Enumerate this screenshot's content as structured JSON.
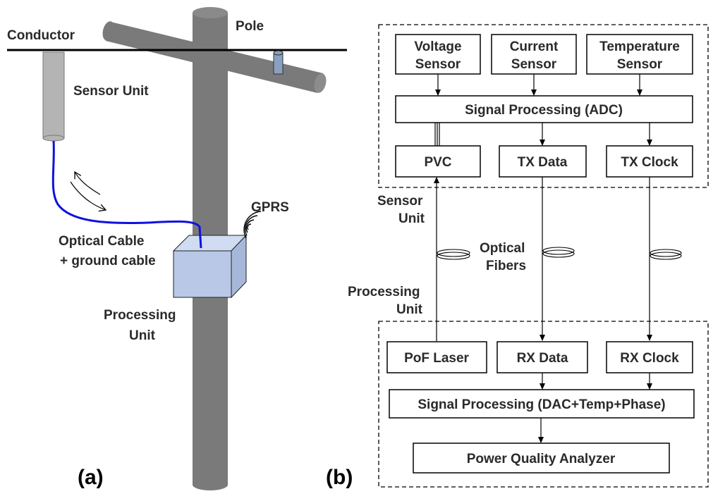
{
  "panel_a": {
    "caption": "(a)",
    "labels": {
      "conductor": "Conductor",
      "pole": "Pole",
      "sensor_unit": "Sensor Unit",
      "gprs": "GPRS",
      "optical_cable_1": "Optical Cable",
      "optical_cable_2": "+ ground cable",
      "processing_unit_1": "Processing",
      "processing_unit_2": "Unit"
    },
    "colors": {
      "pole": "#7a7a7a",
      "sensor": "#b4b4b4",
      "cable": "#1010e0",
      "box_front": "#b8c8e6",
      "box_top": "#cfdcf2",
      "box_side": "#a6b8da",
      "insulator": "#8aa0c0"
    }
  },
  "panel_b": {
    "caption": "(b)",
    "sensor_section": {
      "label_1": "Sensor",
      "label_2": "Unit",
      "sensors": [
        {
          "line1": "Voltage",
          "line2": "Sensor"
        },
        {
          "line1": "Current",
          "line2": "Sensor"
        },
        {
          "line1": "Temperature",
          "line2": "Sensor"
        }
      ],
      "adc": "Signal Processing (ADC)",
      "outputs": [
        "PVC",
        "TX Data",
        "TX Clock"
      ]
    },
    "fibers": {
      "label_1": "Optical",
      "label_2": "Fibers"
    },
    "processing_section": {
      "label_1": "Processing",
      "label_2": "Unit",
      "inputs": [
        "PoF Laser",
        "RX Data",
        "RX Clock"
      ],
      "dac": "Signal Processing (DAC+Temp+Phase)",
      "analyzer": "Power Quality Analyzer"
    }
  }
}
